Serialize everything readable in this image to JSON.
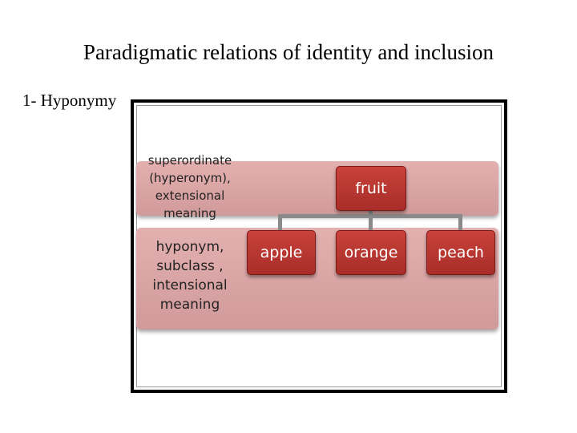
{
  "slide": {
    "title": "Paradigmatic relations of identity and inclusion",
    "subtitle": "1- Hyponymy"
  },
  "diagram": {
    "band_top_label": "superordinate (hyperonym), extensional meaning",
    "band_bottom_label": "hyponym, subclass , intensional meaning",
    "superordinate_node": "fruit",
    "hyponym_nodes": [
      "apple",
      "orange",
      "peach"
    ]
  },
  "colors": {
    "band": "#d9a3a3",
    "node": "#b8342f",
    "node_text": "#ffffff",
    "connector": "#8a8a8a",
    "frame": "#000000"
  }
}
